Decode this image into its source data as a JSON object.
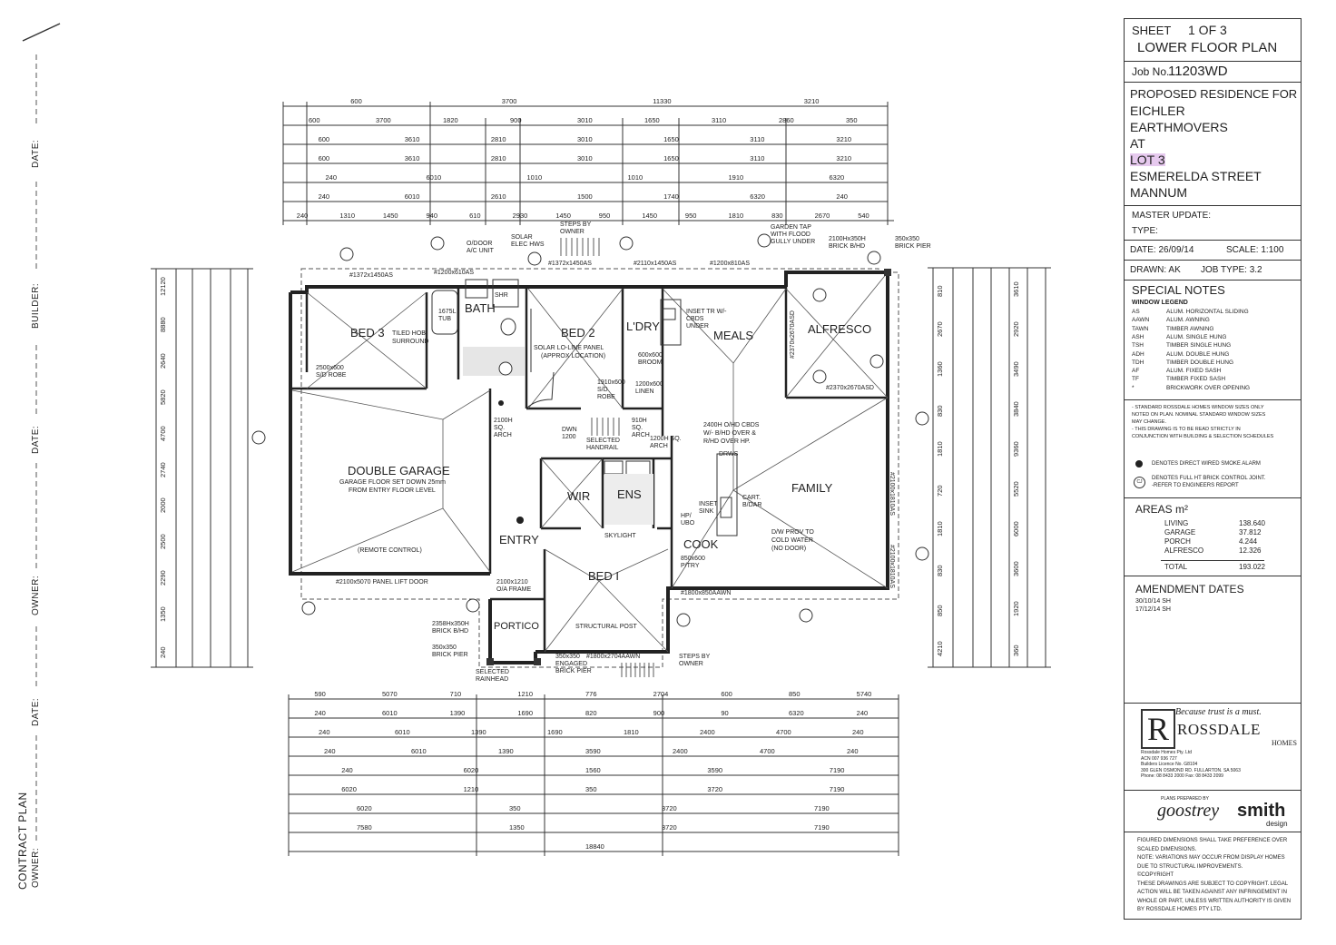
{
  "strip": {
    "date_top": "DATE:",
    "builder": "BUILDER:",
    "date_mid": "DATE:",
    "owner_mid": "OWNER:",
    "date_low": "DATE:",
    "contract_plan": "CONTRACT PLAN",
    "owner_low": "OWNER:"
  },
  "title_block": {
    "sheet": "SHEET",
    "sheet_num": "1 OF 3",
    "drawing_title": "LOWER FLOOR PLAN",
    "job_label": "Job No.",
    "job_no": "11203WD",
    "proposed": "PROPOSED RESIDENCE FOR",
    "client_1": "EICHLER",
    "client_2": "EARTHMOVERS",
    "at": "AT",
    "lot": "LOT 3",
    "street": "ESMERELDA STREET",
    "suburb": "MANNUM",
    "master_update": "MASTER UPDATE:",
    "type": "TYPE:",
    "date": "DATE: 26/09/14",
    "scale": "SCALE: 1:100",
    "drawn": "DRAWN: AK",
    "job_type": "JOB TYPE: 3.2",
    "special_notes": "SPECIAL NOTES",
    "window_legend": "WINDOW LEGEND",
    "legend": [
      {
        "code": "AS",
        "desc": "ALUM. HORIZONTAL SLIDING"
      },
      {
        "code": "AAWN",
        "desc": "ALUM. AWNING"
      },
      {
        "code": "TAWN",
        "desc": "TIMBER AWNING"
      },
      {
        "code": "ASH",
        "desc": "ALUM. SINGLE HUNG"
      },
      {
        "code": "TSH",
        "desc": "TIMBER SINGLE HUNG"
      },
      {
        "code": "ADH",
        "desc": "ALUM. DOUBLE HUNG"
      },
      {
        "code": "TDH",
        "desc": "TIMBER DOUBLE HUNG"
      },
      {
        "code": "AF",
        "desc": "ALUM. FIXED SASH"
      },
      {
        "code": "TF",
        "desc": "TIMBER FIXED SASH"
      },
      {
        "code": "*",
        "desc": "BRICKWORK OVER OPENING"
      }
    ],
    "notes": [
      "- STANDARD ROSSDALE HOMES WINDOW SIZES ONLY",
      "NOTED ON PLAN. NOMINAL STANDARD WINDOW SIZES",
      "MAY CHANGE.",
      "- THIS DRAWING IS TO BE READ STRICTLY IN",
      "CONJUNCTION WITH BUILDING & SELECTION SCHEDULES"
    ],
    "smoke_alarm": "DENOTES DIRECT WIRED SMOKE ALARM",
    "control_joint_1": "DENOTES FULL HT BRICK CONTROL JOINT.",
    "control_joint_2": "-REFER TO ENGINEERS REPORT",
    "cj": "CJ",
    "areas_title": "AREAS m²",
    "areas": [
      {
        "name": "LIVING",
        "value": "138.640"
      },
      {
        "name": "GARAGE",
        "value": "37.812"
      },
      {
        "name": "PORCH",
        "value": "4.244"
      },
      {
        "name": "ALFRESCO",
        "value": "12.326"
      }
    ],
    "total_label": "TOTAL",
    "total_value": "193.022",
    "amendment_title": "AMENDMENT DATES",
    "amendments": [
      "30/10/14 SH",
      "17/12/14 SH"
    ],
    "tagline": "Because trust is a must.",
    "logo_letter": "R",
    "brand": "ROSSDALE",
    "brand_sub": "HOMES",
    "company": [
      "Rossdale Homes Pty. Ltd",
      "ACN 007 936 727",
      "Builders Licence No. G8104",
      "300 GLEN OSMOND RD. FULLARTON. SA 5063",
      "Phone: 08 8433 2000   Fax: 08 8433 2099"
    ],
    "plans_prepared": "PLANS PREPARED BY",
    "designer_1": "goostrey",
    "designer_2": "smith",
    "designer_3": "design",
    "footer": [
      "FIGURED DIMENSIONS SHALL TAKE PREFERENCE OVER",
      "SCALED DIMENSIONS.",
      "NOTE: VARIATIONS MAY OCCUR FROM DISPLAY HOMES",
      "DUE TO STRUCTURAL IMPROVEMENTS.",
      "©COPYRIGHT",
      "THESE DRAWINGS ARE SUBJECT TO COPYRIGHT. LEGAL",
      "ACTION WILL BE TAKEN AGAINST ANY INFRINGEMENT IN",
      "WHOLE OR PART, UNLESS WRITTEN AUTHORITY IS GIVEN",
      "BY ROSSDALE HOMES PTY LTD."
    ]
  },
  "rooms": {
    "bed3": "BED 3",
    "bath": "BATH",
    "bed2": "BED 2",
    "ldry": "L'DRY",
    "meals": "MEALS",
    "alfresco": "ALFRESCO",
    "double_garage": "DOUBLE GARAGE",
    "wir": "WIR",
    "ens": "ENS",
    "family": "FAMILY",
    "entry": "ENTRY",
    "cook": "COOK",
    "bed1": "BED I",
    "portico": "PORTICO"
  },
  "plan_notes": {
    "tiled_hob": "TILED HOB",
    "surround": "SURROUND",
    "tub": "1675L TUB",
    "shr": "SHR",
    "solar_panel": "SOLAR LO-LINE PANEL",
    "approx": "(APPROX LOCATION)",
    "robe3": "2500x600 S/D ROBE",
    "robe2": "1910x600 S/D ROBE",
    "broom": "600x600 BROOM",
    "linen": "1200x600 LINEN",
    "inset_tr": "INSET TR W/-CBDS UNDER",
    "garage_floor_1": "GARAGE FLOOR SET DOWN 25mm",
    "garage_floor_2": "FROM ENTRY FLOOR LEVEL",
    "remote": "(REMOTE CONTROL)",
    "panel_door": "#2100x5070 PANEL LIFT DOOR",
    "arch1": "2100H SQ. ARCH",
    "arch2": "910H SQ. ARCH",
    "arch3": "1200H SQ. ARCH",
    "handrail": "SELECTED HANDRAIL",
    "dwn": "DWN 1200",
    "skylight": "SKYLIGHT",
    "cbds_1": "2400H O/HD CBDS",
    "cbds_2": "W/- B/HD OVER &",
    "cbds_3": "R/HD OVER HP.",
    "drws": "DRWS",
    "inset_sink": "INSET SINK",
    "hp_ubo": "HP/ UBO",
    "cart": "CART. B/DAR",
    "ptry": "850x600 P/TRY",
    "dw_1": "D/W PROV TO",
    "dw_2": "COLD WATER",
    "dw_3": "(NO DOOR)",
    "structural_post": "STRUCTURAL POST",
    "frame": "2100x1210 O/A FRAME",
    "brick_bhd": "2358Hx350H BRICK B/HD",
    "brick_pier": "350x350 BRICK PIER",
    "rainhead": "SELECTED RAINHEAD",
    "engaged": "350x350 ENGAGED BRICK PIER",
    "steps_owner_bot": "STEPS BY OWNER",
    "steps_owner_top": "STEPS BY OWNER",
    "odoor_ac": "O/DOOR A/C UNIT",
    "solar_hws": "SOLAR ELEC HWS",
    "garden_tap": "GARDEN TAP WITH FLOOD GULLY UNDER",
    "brick_bhd_top": "2100Hx350H BRICK B/HD",
    "brick_pier_top": "350x350 BRICK PIER",
    "win_1372": "#1372x1450AS",
    "win_1200_610": "#1200x610AS",
    "win_1372b": "#1372x1450AS",
    "win_2110": "#2110x1450AS",
    "win_1200_810": "#1200x810AS",
    "win_2370a": "#2370x2670ASD",
    "win_2370b": "#2370x2670ASD",
    "win_1800_850": "#1800x850AAWN",
    "win_1800_2704": "#1800x2704AAWN",
    "win_2100_1810a": "#2100x1810AS",
    "win_2100_1810b": "#2100x1810AS"
  },
  "dimensions": {
    "top": [
      [
        "600",
        "3700",
        "11330",
        "3210"
      ],
      [
        "600",
        "3700",
        "1820",
        "900",
        "3010",
        "1650",
        "3110",
        "2860",
        "350"
      ],
      [
        "600",
        "3610",
        "2810",
        "3010",
        "1650",
        "3110",
        "3210"
      ],
      [
        "600",
        "3610",
        "2810",
        "3010",
        "1650",
        "3110",
        "3210"
      ],
      [
        "240",
        "6010",
        "1010",
        "1010",
        "1910",
        "6320"
      ],
      [
        "240",
        "6010",
        "2610",
        "1500",
        "1740",
        "6320",
        "240"
      ],
      [
        "240",
        "1310",
        "1450",
        "940",
        "610",
        "2930",
        "1450",
        "950",
        "1450",
        "950",
        "1810",
        "830",
        "2670",
        "540"
      ]
    ],
    "bottom": [
      [
        "590",
        "5070",
        "710",
        "1210",
        "776",
        "2704",
        "600",
        "850",
        "5740"
      ],
      [
        "240",
        "6010",
        "1390",
        "1690",
        "820",
        "900",
        "90",
        "6320",
        "240"
      ],
      [
        "240",
        "6010",
        "1390",
        "1690",
        "1810",
        "2400",
        "4700",
        "240"
      ],
      [
        "240",
        "6010",
        "1390",
        "3590",
        "2400",
        "4700",
        "240"
      ],
      [
        "240",
        "6020",
        "1560",
        "3590",
        "7190"
      ],
      [
        "6020",
        "1210",
        "350",
        "3720",
        "7190"
      ],
      [
        "6020",
        "350",
        "3720",
        "7190"
      ],
      [
        "7580",
        "1350",
        "3720",
        "7190"
      ],
      [
        "18840"
      ]
    ],
    "left": [
      "12120",
      "8880",
      "2640",
      "5820",
      "4700",
      "2740",
      "2000",
      "2500",
      "2290",
      "1350",
      "240"
    ],
    "right": [
      "810",
      "2670",
      "1360",
      "830",
      "1810",
      "720",
      "1810",
      "830",
      "850",
      "4210",
      "3610",
      "2920",
      "3490",
      "3840",
      "9360",
      "5520",
      "6000",
      "3600",
      "1920",
      "360"
    ]
  }
}
